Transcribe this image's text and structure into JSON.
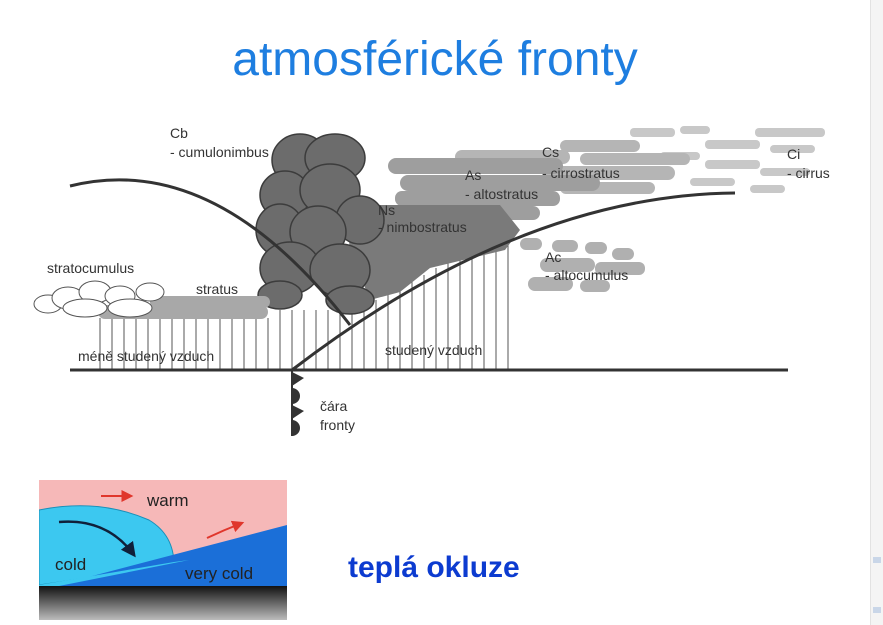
{
  "title": "atmosférické fronty",
  "clouds": {
    "cb_code": "Cb",
    "cb_name": "- cumulonimbus",
    "ns_code": "Ns",
    "ns_name": "- nimbostratus",
    "as_code": "As",
    "as_name": "- altostratus",
    "cs_code": "Cs",
    "cs_name": "- cirrostratus",
    "ci_code": "Ci",
    "ci_name": "- cirrus",
    "ac_code": "Ac",
    "ac_name": "- altocumulus",
    "stratocumulus": "stratocumulus",
    "stratus": "stratus"
  },
  "air": {
    "less_cold": "méně studený vzduch",
    "cold": "studený vzduch"
  },
  "front_line": {
    "line1": "čára",
    "line2": "fronty"
  },
  "inset": {
    "warm": "warm",
    "cold": "cold",
    "very_cold": "very cold"
  },
  "caption": "teplá okluze",
  "colors": {
    "title": "#1e7ee0",
    "caption": "#0c3bd0",
    "warm_air": "#f6b8b8",
    "cold_air": "#3cc8f0",
    "very_cold_air": "#1b6fd8",
    "arrow": "#e0362c"
  }
}
